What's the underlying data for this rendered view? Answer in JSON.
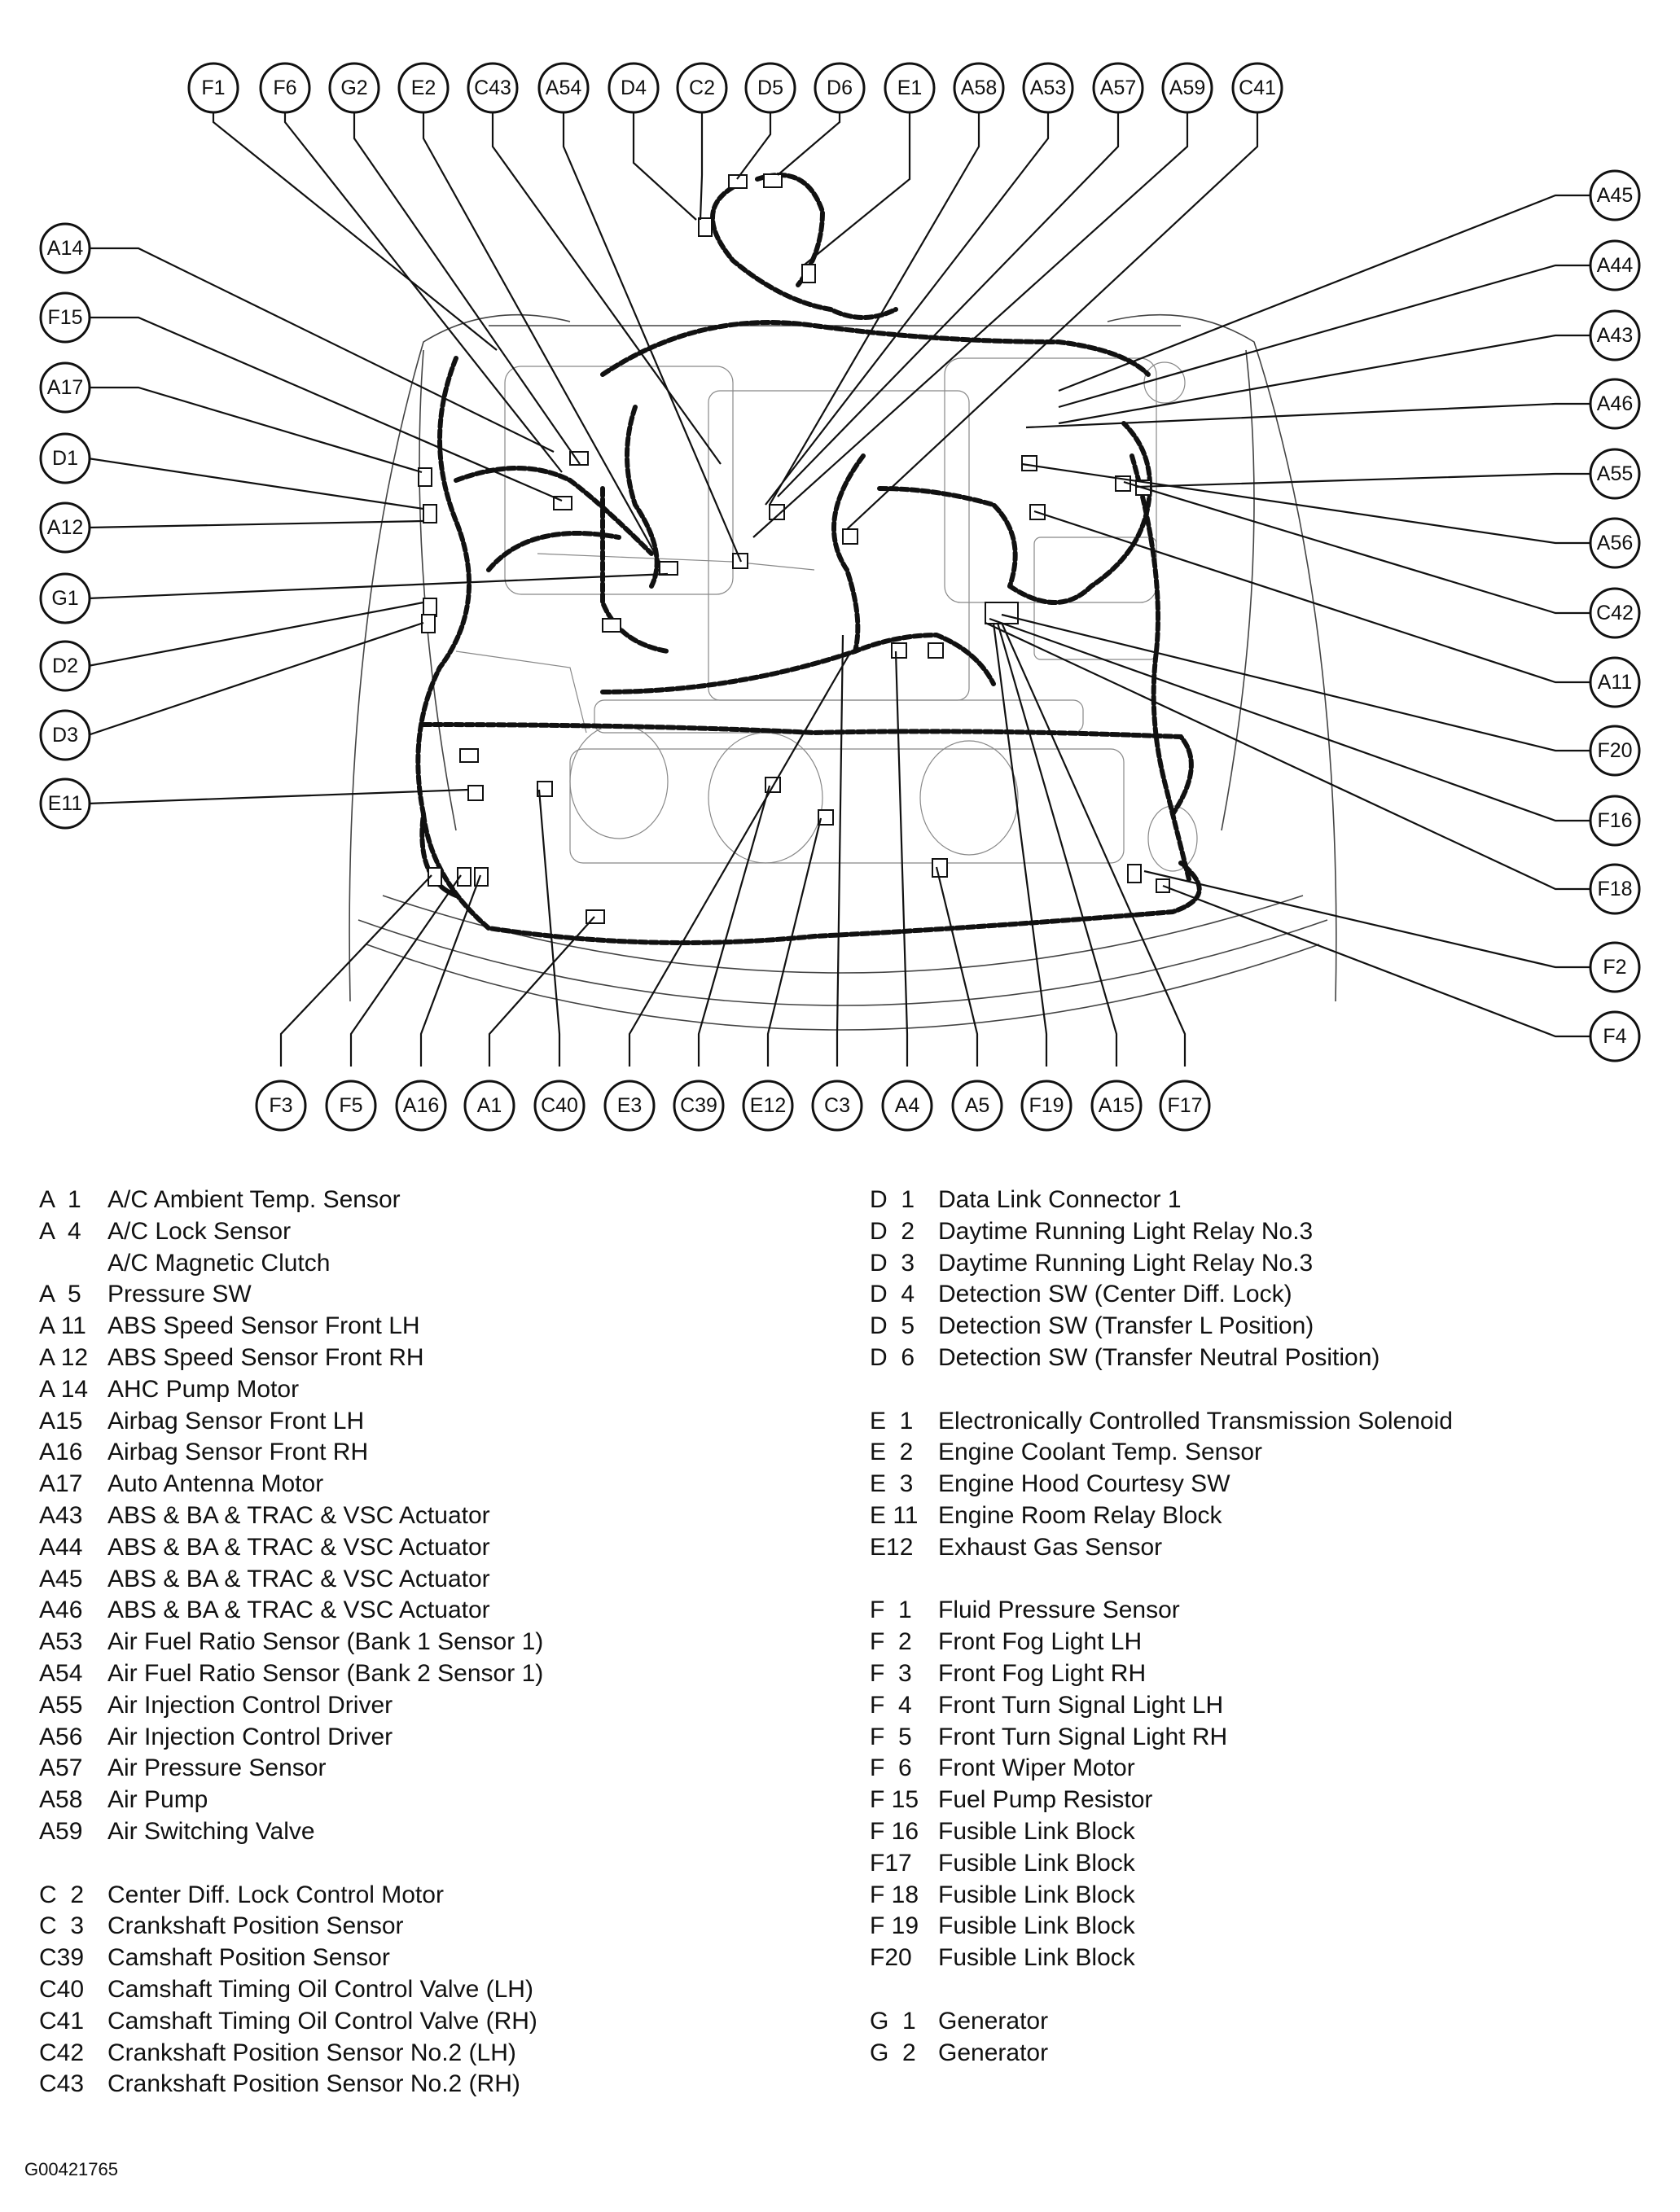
{
  "figure_id": "G00421765",
  "callouts": {
    "top": [
      "F1",
      "F6",
      "G2",
      "E2",
      "C43",
      "A54",
      "D4",
      "C2",
      "D5",
      "D6",
      "E1",
      "A58",
      "A53",
      "A57",
      "A59",
      "C41"
    ],
    "left": [
      "A14",
      "F15",
      "A17",
      "D1",
      "A12",
      "G1",
      "D2",
      "D3",
      "E11"
    ],
    "right": [
      "A45",
      "A44",
      "A43",
      "A46",
      "A55",
      "A56",
      "C42",
      "A11",
      "F20",
      "F16",
      "F18",
      "F2",
      "F4"
    ],
    "bottom": [
      "F3",
      "F5",
      "A16",
      "A1",
      "C40",
      "E3",
      "C39",
      "E12",
      "C3",
      "A4",
      "A5",
      "F19",
      "A15",
      "F17"
    ]
  },
  "legend_left": [
    {
      "code": "A  1",
      "text": "A/C Ambient Temp. Sensor"
    },
    {
      "code": "A  4",
      "text": "A/C Lock Sensor"
    },
    {
      "code": "",
      "text": "A/C Magnetic Clutch"
    },
    {
      "code": "A  5",
      "text": "Pressure SW"
    },
    {
      "code": "A 11",
      "text": "ABS Speed Sensor Front LH"
    },
    {
      "code": "A 12",
      "text": "ABS Speed Sensor Front RH"
    },
    {
      "code": "A 14",
      "text": "AHC Pump Motor"
    },
    {
      "code": "A15",
      "text": "Airbag Sensor Front LH"
    },
    {
      "code": "A16",
      "text": "Airbag Sensor Front RH"
    },
    {
      "code": "A17",
      "text": "Auto Antenna Motor"
    },
    {
      "code": "A43",
      "text": "ABS & BA & TRAC & VSC Actuator"
    },
    {
      "code": "A44",
      "text": "ABS & BA & TRAC & VSC Actuator"
    },
    {
      "code": "A45",
      "text": "ABS & BA & TRAC & VSC Actuator"
    },
    {
      "code": "A46",
      "text": "ABS & BA & TRAC & VSC Actuator"
    },
    {
      "code": "A53",
      "text": "Air Fuel Ratio Sensor (Bank 1 Sensor 1)"
    },
    {
      "code": "A54",
      "text": "Air Fuel Ratio Sensor (Bank 2 Sensor 1)"
    },
    {
      "code": "A55",
      "text": "Air Injection Control Driver"
    },
    {
      "code": "A56",
      "text": "Air Injection Control Driver"
    },
    {
      "code": "A57",
      "text": "Air Pressure Sensor"
    },
    {
      "code": "A58",
      "text": "Air Pump"
    },
    {
      "code": "A59",
      "text": "Air Switching Valve"
    },
    {
      "code": "",
      "text": ""
    },
    {
      "code": "C  2",
      "text": "Center Diff. Lock Control Motor"
    },
    {
      "code": "C  3",
      "text": "Crankshaft Position Sensor"
    },
    {
      "code": "C39",
      "text": "Camshaft Position Sensor"
    },
    {
      "code": "C40",
      "text": "Camshaft Timing Oil Control Valve (LH)"
    },
    {
      "code": "C41",
      "text": "Camshaft Timing Oil Control Valve (RH)"
    },
    {
      "code": "C42",
      "text": "Crankshaft Position Sensor No.2 (LH)"
    },
    {
      "code": "C43",
      "text": "Crankshaft Position Sensor No.2 (RH)"
    }
  ],
  "legend_right": [
    {
      "code": "D  1",
      "text": "Data Link Connector 1"
    },
    {
      "code": "D  2",
      "text": "Daytime Running Light Relay No.3"
    },
    {
      "code": "D  3",
      "text": "Daytime Running Light Relay No.3"
    },
    {
      "code": "D  4",
      "text": "Detection SW (Center Diff. Lock)"
    },
    {
      "code": "D  5",
      "text": "Detection SW (Transfer L Position)"
    },
    {
      "code": "D  6",
      "text": "Detection SW (Transfer Neutral Position)"
    },
    {
      "code": "",
      "text": ""
    },
    {
      "code": "E  1",
      "text": "Electronically Controlled Transmission Solenoid"
    },
    {
      "code": "E  2",
      "text": "Engine Coolant Temp. Sensor"
    },
    {
      "code": "E  3",
      "text": "Engine Hood Courtesy SW"
    },
    {
      "code": "E 11",
      "text": "Engine Room Relay Block"
    },
    {
      "code": "E12",
      "text": "Exhaust Gas Sensor"
    },
    {
      "code": "",
      "text": ""
    },
    {
      "code": "F  1",
      "text": "Fluid Pressure Sensor"
    },
    {
      "code": "F  2",
      "text": "Front Fog Light LH"
    },
    {
      "code": "F  3",
      "text": "Front Fog Light RH"
    },
    {
      "code": "F  4",
      "text": "Front Turn Signal Light LH"
    },
    {
      "code": "F  5",
      "text": "Front Turn Signal Light RH"
    },
    {
      "code": "F  6",
      "text": "Front Wiper Motor"
    },
    {
      "code": "F 15",
      "text": "Fuel Pump Resistor"
    },
    {
      "code": "F 16",
      "text": "Fusible Link Block"
    },
    {
      "code": "F17",
      "text": "Fusible Link Block"
    },
    {
      "code": "F 18",
      "text": "Fusible Link Block"
    },
    {
      "code": "F 19",
      "text": "Fusible Link Block"
    },
    {
      "code": "F20",
      "text": "Fusible Link Block"
    },
    {
      "code": "",
      "text": ""
    },
    {
      "code": "G  1",
      "text": "Generator"
    },
    {
      "code": "G  2",
      "text": "Generator"
    }
  ]
}
